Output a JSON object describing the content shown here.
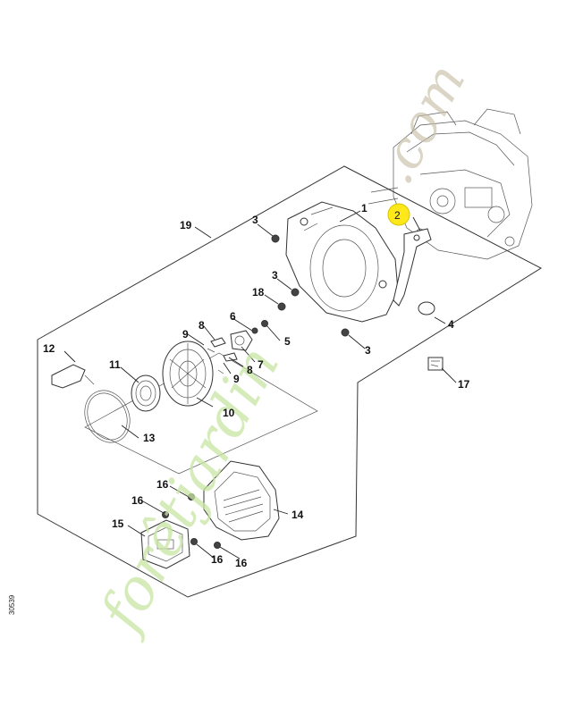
{
  "watermark": {
    "green_text": "forêtjardin",
    "tan_text": ".com"
  },
  "doc_number": "30539",
  "highlight": {
    "label": "2",
    "color": "#ffe81a"
  },
  "callouts": {
    "c1": "1",
    "c3a": "3",
    "c3b": "3",
    "c3c": "3",
    "c4": "4",
    "c5": "5",
    "c6": "6",
    "c7": "7",
    "c8a": "8",
    "c8b": "8",
    "c9a": "9",
    "c9b": "9",
    "c10": "10",
    "c11": "11",
    "c12": "12",
    "c13": "13",
    "c14": "14",
    "c15": "15",
    "c16a": "16",
    "c16b": "16",
    "c16c": "16",
    "c16d": "16",
    "c17": "17",
    "c18": "18",
    "c19": "19"
  }
}
